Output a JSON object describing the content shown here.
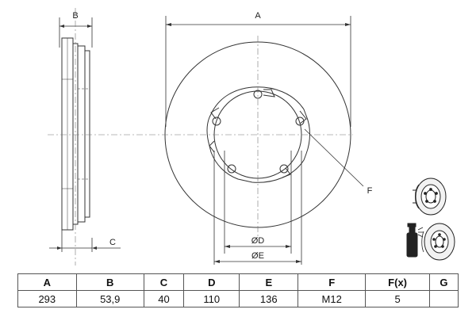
{
  "labels": {
    "b": "B",
    "a": "A",
    "c": "C",
    "f": "F",
    "d": "ØD",
    "e": "ØE"
  },
  "table": {
    "headers": [
      "A",
      "B",
      "C",
      "D",
      "E",
      "F",
      "F(x)",
      "G"
    ],
    "values": [
      "293",
      "53,9",
      "40",
      "110",
      "136",
      "M12",
      "5",
      ""
    ]
  },
  "colors": {
    "line": "#333333",
    "center_line": "#777777"
  },
  "icons": [
    "disc-perspective-icon",
    "cleaning-spray-icon"
  ]
}
